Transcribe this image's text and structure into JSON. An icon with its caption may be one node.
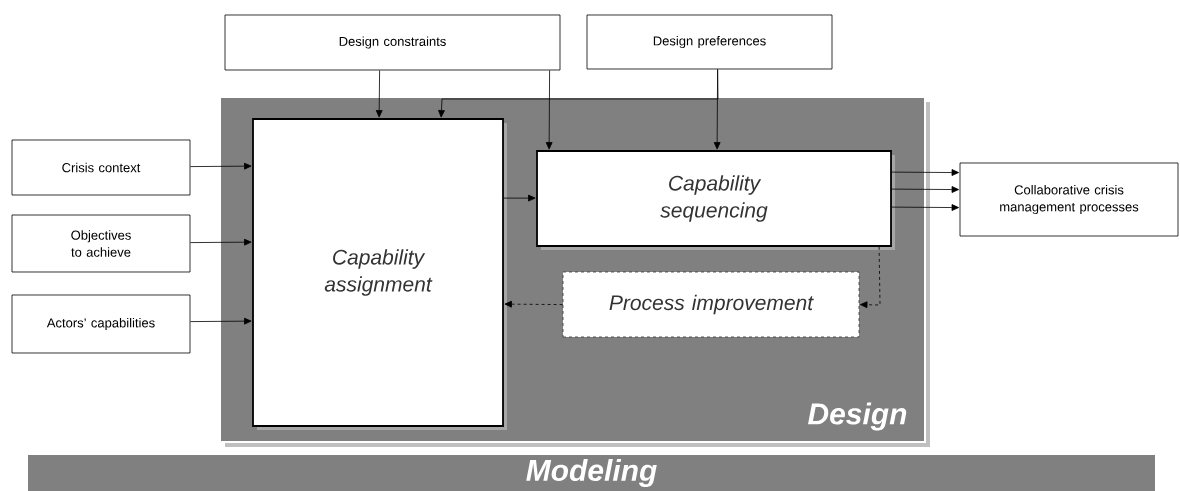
{
  "diagram": {
    "nodes": [
      {
        "text": [
          "Design"
        ]
      },
      {
        "text": [
          "Modeling"
        ]
      },
      {
        "text": [
          "Design constraints"
        ]
      },
      {
        "text": [
          "Design preferences"
        ]
      },
      {
        "text": [
          "Crisis context"
        ]
      },
      {
        "text": [
          "Objectives to achieve"
        ]
      },
      {
        "text": [
          "Actors’ capabilities"
        ]
      },
      {
        "text": [
          "Capability assignment"
        ],
        "in": 0
      },
      {
        "text": [
          "Capability sequencing"
        ],
        "in": 0
      },
      {
        "text": [
          "Process improvement"
        ],
        "in": 0
      },
      {
        "text": [
          "Collaborative crisis management processes"
        ]
      }
    ],
    "edges": [
      {
        "from": 2,
        "to": 7,
        "arrow": "to"
      },
      {
        "from": 2,
        "to": 8,
        "arrow": "to"
      },
      {
        "from": 3,
        "to": 7,
        "arrow": "to"
      },
      {
        "from": 3,
        "to": 8,
        "arrow": "to"
      },
      {
        "from": 4,
        "to": 7,
        "arrow": "to"
      },
      {
        "from": 5,
        "to": 7,
        "arrow": "to"
      },
      {
        "from": 6,
        "to": 7,
        "arrow": "to"
      },
      {
        "from": 7,
        "to": 8,
        "arrow": "to"
      },
      {
        "from": 8,
        "to": 10,
        "arrow": "to"
      },
      {
        "from": 8,
        "to": 10,
        "arrow": "to"
      },
      {
        "from": 8,
        "to": 10,
        "arrow": "to"
      },
      {
        "from": 8,
        "to": 9,
        "arrow": "to",
        "style": "dashed"
      },
      {
        "from": 9,
        "to": 7,
        "arrow": "to",
        "style": "dashed"
      }
    ]
  }
}
